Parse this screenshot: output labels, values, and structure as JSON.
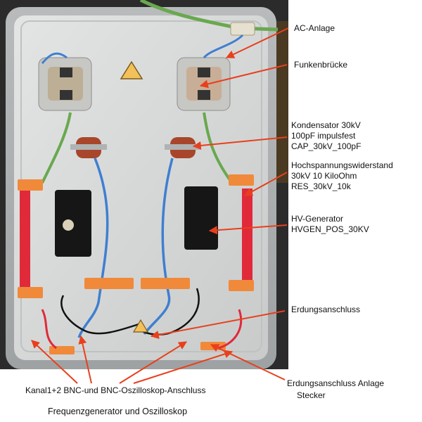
{
  "labels": {
    "ac_anlage": [
      "AC-Anlage"
    ],
    "funkenbruecke": [
      "Funkenbrücke"
    ],
    "kondensator": [
      "Kondensator 30kV",
      "100pF impulsfest",
      "CAP_30kV_100pF"
    ],
    "widerstand": [
      "Hochspannungswiderstand",
      "30kV 10 KiloOhm",
      "RES_30kV_10k"
    ],
    "hv_generator": [
      "HV-Generator",
      "HVGEN_POS_30KV"
    ],
    "erdung": [
      "Erdungsanschluss"
    ],
    "erdung_anlage": [
      "Erdungsanschluss Anlage",
      "Stecker"
    ],
    "kanal": [
      "Kanal1+2 BNC-und BNC-Oszilloskop-Anschluss"
    ]
  },
  "caption": "Frequenzgenerator und Oszilloskop",
  "colors": {
    "arrow": "#e8401c",
    "enclosure": "#d6d8d8",
    "wire_red": "#e02a3a",
    "wire_blue": "#3f7fd0",
    "wire_green": "#6aa84f",
    "terminal_orange": "#f08a3a"
  }
}
